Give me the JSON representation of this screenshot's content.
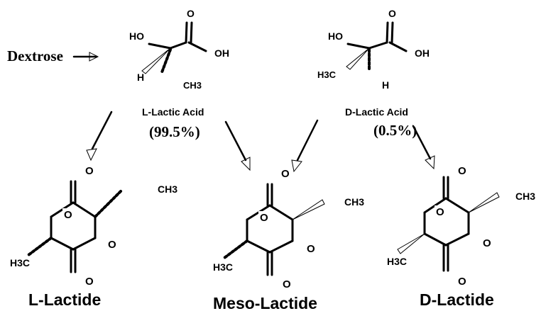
{
  "start": {
    "label": "Dextrose"
  },
  "l_acid": {
    "name": "L-Lactic Acid",
    "percent": "(99.5%)"
  },
  "d_acid": {
    "name": "D-Lactic Acid",
    "percent": "(0.5%)"
  },
  "atoms": {
    "ho": "HO",
    "oh": "OH",
    "o": "O",
    "h": "H",
    "ch3": "CH3",
    "h3c": "H3C"
  },
  "products": [
    {
      "name": "L-Lactide"
    },
    {
      "name": "Meso-Lactide"
    },
    {
      "name": "D-Lactide"
    }
  ],
  "colors": {
    "ink": "#000000",
    "background": "#ffffff"
  }
}
